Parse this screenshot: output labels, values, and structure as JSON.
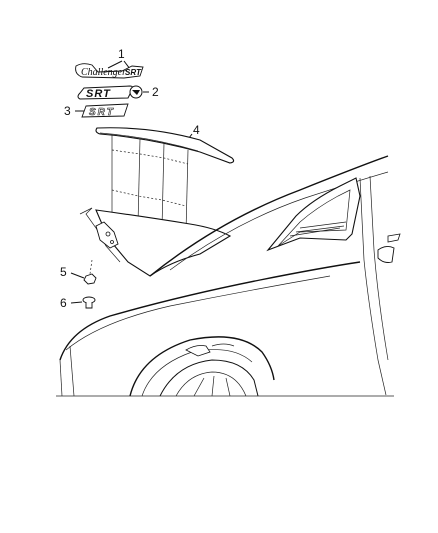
{
  "diagram": {
    "callouts": [
      {
        "number": "1",
        "part": "challenger-emblem"
      },
      {
        "number": "2",
        "part": "srt-emblem-with-logo"
      },
      {
        "number": "3",
        "part": "srt-nameplate"
      },
      {
        "number": "4",
        "part": "rear-spoiler"
      },
      {
        "number": "5",
        "part": "nut"
      },
      {
        "number": "6",
        "part": "grommet-clip"
      }
    ],
    "emblems": {
      "challenger": "Challenger",
      "challenger_suffix": "SRT",
      "srt": "SRT"
    }
  }
}
